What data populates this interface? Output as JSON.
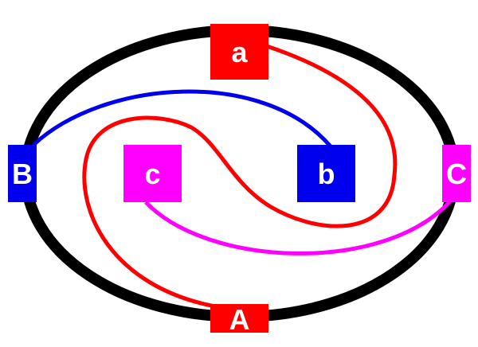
{
  "colors": {
    "ring": "#000000",
    "red": "#ff0000",
    "blue": "#0000ee",
    "magenta": "#ff00ff",
    "label_text": "#ffffff",
    "background": "#ffffff"
  },
  "nodes": {
    "a": {
      "label": "a",
      "color": "#ff0000"
    },
    "A": {
      "label": "A",
      "color": "#ff0000"
    },
    "b": {
      "label": "b",
      "color": "#0000ee"
    },
    "B": {
      "label": "B",
      "color": "#0000ee"
    },
    "c": {
      "label": "c",
      "color": "#ff00ff"
    },
    "C": {
      "label": "C",
      "color": "#ff00ff"
    }
  },
  "connections": [
    {
      "from": "a",
      "to": "A",
      "color": "#ff0000"
    },
    {
      "from": "B",
      "to": "b",
      "color": "#0000ee"
    },
    {
      "from": "c",
      "to": "C",
      "color": "#ff00ff"
    }
  ]
}
